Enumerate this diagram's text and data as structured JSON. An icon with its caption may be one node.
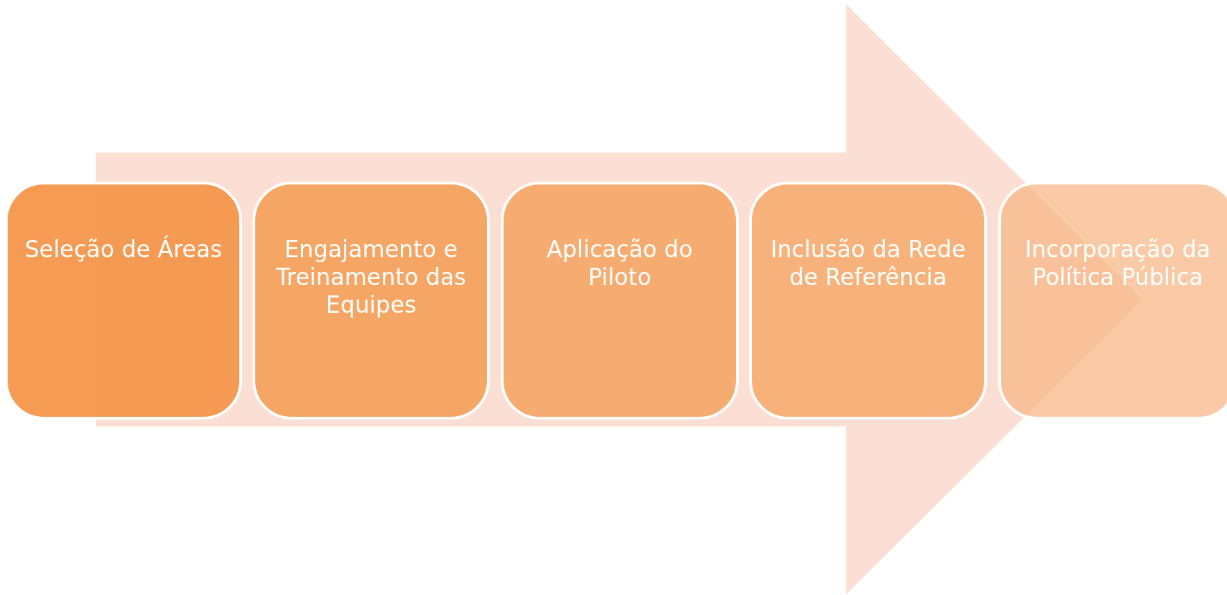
{
  "diagram": {
    "nodes": [
      {
        "text": [],
        "shape": "arrow"
      },
      {
        "text": [
          "Seleção de Áreas"
        ]
      },
      {
        "text": [
          "Engajamento e Treinamento das Equipes"
        ],
        "in": 0
      },
      {
        "text": [
          "Aplicação do Piloto"
        ],
        "in": 0
      },
      {
        "text": [
          "Inclusão da Rede de Referência"
        ],
        "in": 0
      },
      {
        "text": [
          "Incorporação da Política Pública"
        ]
      }
    ]
  }
}
